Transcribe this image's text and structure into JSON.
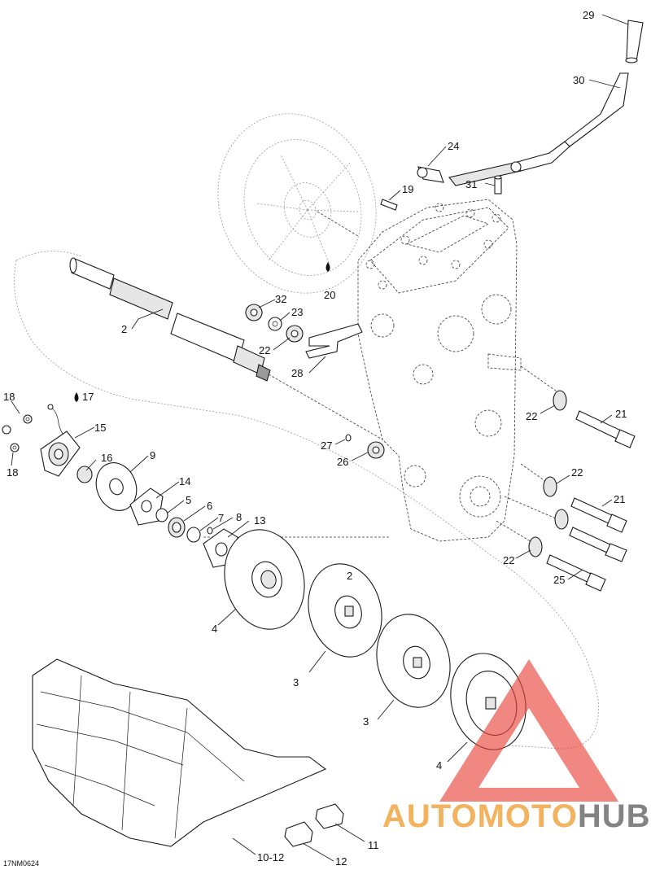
{
  "diagram": {
    "reference_code": "17NM0624",
    "callouts": [
      {
        "id": "c29",
        "label": "29"
      },
      {
        "id": "c30",
        "label": "30"
      },
      {
        "id": "c24",
        "label": "24"
      },
      {
        "id": "c31",
        "label": "31"
      },
      {
        "id": "c19",
        "label": "19"
      },
      {
        "id": "c20",
        "label": "20"
      },
      {
        "id": "c2a",
        "label": "2"
      },
      {
        "id": "c32",
        "label": "32"
      },
      {
        "id": "c23",
        "label": "23"
      },
      {
        "id": "c22a",
        "label": "22"
      },
      {
        "id": "c28",
        "label": "28"
      },
      {
        "id": "c17",
        "label": "17"
      },
      {
        "id": "c18a",
        "label": "18"
      },
      {
        "id": "c15",
        "label": "15"
      },
      {
        "id": "c18b",
        "label": "18"
      },
      {
        "id": "c16",
        "label": "16"
      },
      {
        "id": "c9",
        "label": "9"
      },
      {
        "id": "c14",
        "label": "14"
      },
      {
        "id": "c5",
        "label": "5"
      },
      {
        "id": "c6",
        "label": "6"
      },
      {
        "id": "c7",
        "label": "7"
      },
      {
        "id": "c8",
        "label": "8"
      },
      {
        "id": "c13",
        "label": "13"
      },
      {
        "id": "c27",
        "label": "27"
      },
      {
        "id": "c26",
        "label": "26"
      },
      {
        "id": "c22b",
        "label": "22"
      },
      {
        "id": "c21a",
        "label": "21"
      },
      {
        "id": "c22c",
        "label": "22"
      },
      {
        "id": "c21b",
        "label": "21"
      },
      {
        "id": "c22d",
        "label": "22"
      },
      {
        "id": "c25",
        "label": "25"
      },
      {
        "id": "c4a",
        "label": "4"
      },
      {
        "id": "c2b",
        "label": "2"
      },
      {
        "id": "c3a",
        "label": "3"
      },
      {
        "id": "c3b",
        "label": "3"
      },
      {
        "id": "c4b",
        "label": "4"
      },
      {
        "id": "c11",
        "label": "11"
      },
      {
        "id": "c12",
        "label": "12"
      },
      {
        "id": "c1012",
        "label": "10-12"
      }
    ]
  },
  "watermark": {
    "brand_part1": "AUTOMOTO",
    "brand_part2": "HUB",
    "color_orange": "#f2a541",
    "color_gray": "#6e6e6e",
    "color_red": "#e8463a"
  }
}
